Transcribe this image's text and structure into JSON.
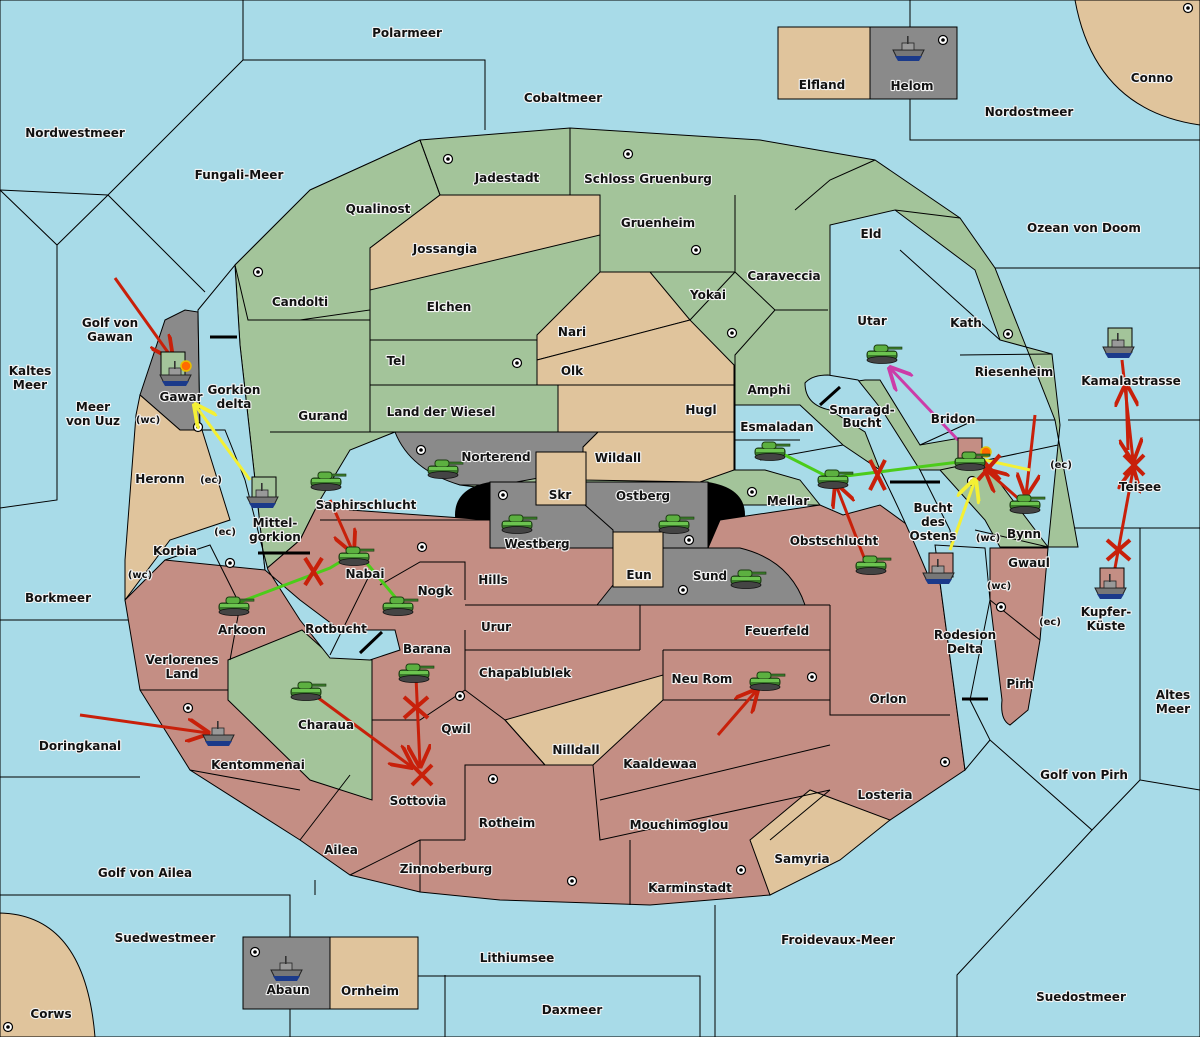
{
  "map": {
    "colors": {
      "sea": "#a8dbe8",
      "power_green": "#a3c49a",
      "power_red": "#c48e84",
      "power_grey": "#8a8a8a",
      "neutral": "#e0c49c",
      "order_move_red": "#c8200a",
      "order_support_green": "#4ccc1a",
      "order_convoy_yellow": "#f4f034",
      "order_retreat_magenta": "#cc3ca8"
    },
    "sea_regions": {
      "polarmeer": "Polarmeer",
      "cobaltmeer": "Cobaltmeer",
      "nordwestmeer": "Nordwestmeer",
      "fungali": "Fungali-Meer",
      "nordostmeer": "Nordostmeer",
      "ozean_doom": "Ozean von Doom",
      "golf_gawan_1": "Golf von",
      "golf_gawan_2": "Gawan",
      "kaltes_1": "Kaltes",
      "kaltes_2": "Meer",
      "uuz_1": "Meer",
      "uuz_2": "von Uuz",
      "gorkion_1": "Gorkion",
      "gorkion_2": "delta",
      "mittel_1": "Mittel-",
      "mittel_2": "gorkion",
      "rotbucht": "Rotbucht",
      "borkmeer": "Borkmeer",
      "doringkanal": "Doringkanal",
      "golf_ailea": "Golf von Ailea",
      "suedwestmeer": "Suedwestmeer",
      "lithiumsee": "Lithiumsee",
      "daxmeer": "Daxmeer",
      "froidevaux": "Froidevaux-Meer",
      "suedostmeer": "Suedostmeer",
      "golf_pirh": "Golf von Pirh",
      "altes_1": "Altes",
      "altes_2": "Meer",
      "smaragd_1": "Smaragd-",
      "smaragd_2": "Bucht",
      "bucht_1": "Bucht",
      "bucht_2": "des",
      "bucht_3": "Ostens",
      "rodesion_1": "Rodesion",
      "rodesion_2": "Delta",
      "kamala": "Kamalastrasse",
      "teisee": "Teisee",
      "kupfer_1": "Kupfer-",
      "kupfer_2": "Küste"
    },
    "land_regions": {
      "elfland": "Elfland",
      "helom": "Helom",
      "conno": "Conno",
      "corws": "Corws",
      "abaun": "Abaun",
      "ornheim": "Ornheim",
      "jadestadt": "Jadestadt",
      "schloss": "Schloss Gruenburg",
      "qualinost": "Qualinost",
      "jossangia": "Jossangia",
      "gruenheim": "Gruenheim",
      "eld": "Eld",
      "candolti": "Candolti",
      "elchen": "Elchen",
      "caraveccia": "Caraveccia",
      "yokai": "Yokai",
      "nari": "Nari",
      "tel": "Tel",
      "olk": "Olk",
      "utar": "Utar",
      "kath": "Kath",
      "gurand": "Gurand",
      "land_wiesel": "Land der Wiesel",
      "hugl": "Hugl",
      "amphi": "Amphi",
      "riesenheim": "Riesenheim",
      "gawar": "Gawar",
      "esmaladan": "Esmaladan",
      "bridon": "Bridon",
      "norterend": "Norterend",
      "wildall": "Wildall",
      "skr": "Skr",
      "heronn": "Heronn",
      "saphir": "Saphirschlucht",
      "ostberg": "Ostberg",
      "mellar": "Mellar",
      "westberg": "Westberg",
      "korbia": "Korbia",
      "nabai": "Nabai",
      "obst": "Obstschlucht",
      "bynn": "Bynn",
      "eun": "Eun",
      "sund": "Sund",
      "hills": "Hills",
      "gwaul": "Gwaul",
      "nogk": "Nogk",
      "arkoon": "Arkoon",
      "urur": "Urur",
      "feuerfeld": "Feuerfeld",
      "barana": "Barana",
      "verlorenes_1": "Verlorenes",
      "verlorenes_2": "Land",
      "chapa": "Chapablublek",
      "neurom": "Neu Rom",
      "pirh": "Pirh",
      "charaua": "Charaua",
      "orlon": "Orlon",
      "qwil": "Qwil",
      "nilldall": "Nilldall",
      "kentommenai": "Kentommenai",
      "kaaldewaa": "Kaaldewaa",
      "sottovia": "Sottovia",
      "losteria": "Losteria",
      "rotheim": "Rotheim",
      "mouchi": "Mouchimoglou",
      "ailea": "Ailea",
      "samyria": "Samyria",
      "zinnoberburg": "Zinnoberburg",
      "karminstadt": "Karminstadt"
    },
    "coasts": {
      "wc": "(wc)",
      "ec": "(ec)"
    }
  }
}
